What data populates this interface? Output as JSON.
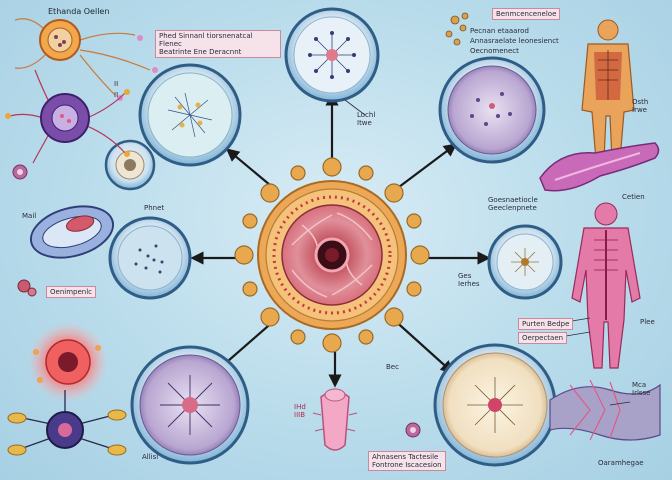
{
  "labels": {
    "top_left_title": "Ethanda Oellen",
    "top_left_box": "Phed Sinnanl tiorsnenatcal Flenec\nBeatrinte Ene Deracnnt",
    "left_small_1": "II",
    "left_small_2": "II",
    "left_cell": "Mail",
    "left_mid": "Phnet",
    "left_box": "Oenimpenlc",
    "bottom_left": "Allisi",
    "center_top": "Lochl\nItwe",
    "center_bottom": "Bec",
    "bottom_center_label": "IHd\nIIIB",
    "bottom_center_box": "Ahnasens Tactesile\nFontrone Iscacesion",
    "top_right_box": "Benmcenceneloe",
    "top_right_text": "Pecnan etaaarod\nAnnasraelate leonesienct\nOecnomenect",
    "right_organ_label": "Osth\nIrwe",
    "right_mid_text": "Goesnaetiocle\nGeeclenpnete",
    "right_cell_label": "Ges\nIerhes",
    "right_body_label": "Cetien",
    "right_box_1": "Purten Bedpe",
    "right_box_2": "Oerpectaen",
    "right_small": "Plee",
    "bottom_right_label": "Mca\nIrlsse",
    "bottom_right_text": "Oaramhegae"
  },
  "colors": {
    "center_ring": "#e8a94e",
    "center_inner": "#cf6b78",
    "bubble_fill": "#7fb3d6",
    "bubble_edge": "#3d6f9a",
    "organ_pink": "#e37aa8",
    "body_orange": "#e9a35a"
  }
}
